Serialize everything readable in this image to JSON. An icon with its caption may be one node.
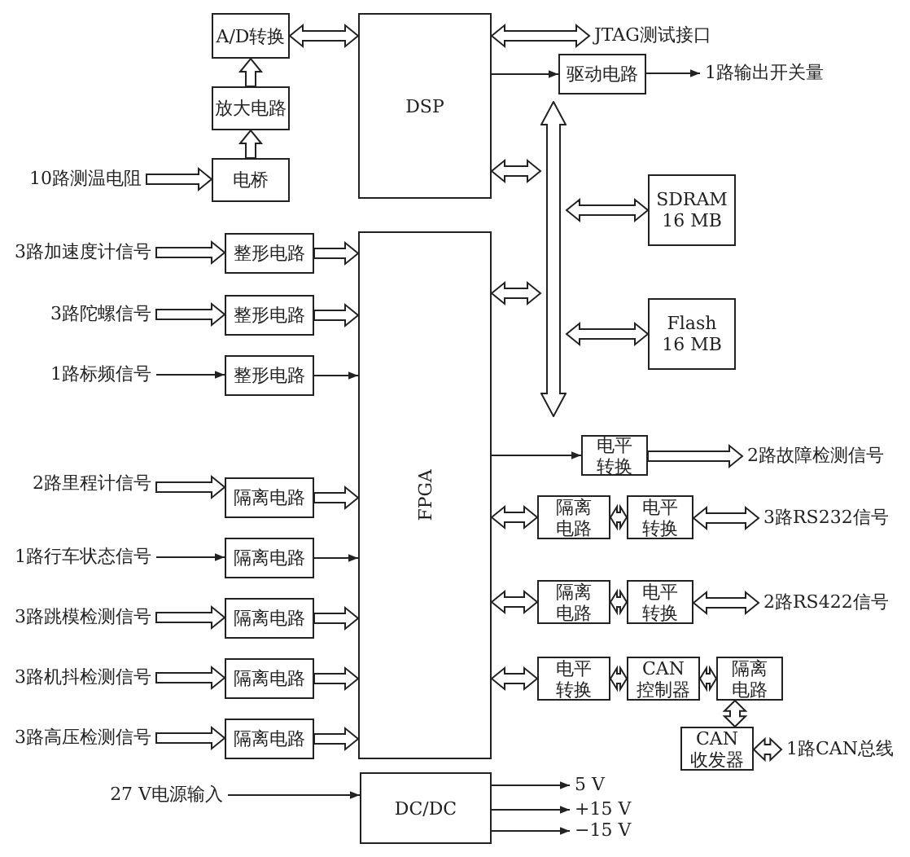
{
  "diagram": {
    "nodes": [
      {
        "text": [
          "A/D转换"
        ]
      },
      {
        "text": [
          "放大电路"
        ]
      },
      {
        "text": [
          "电桥"
        ]
      },
      {
        "text": [
          "10路测温电阻"
        ]
      },
      {
        "text": [
          "DSP"
        ]
      },
      {
        "text": [
          "JTAG测试接口"
        ]
      },
      {
        "text": [
          "驱动电路"
        ]
      },
      {
        "text": [
          "1路输出开关量"
        ]
      },
      {
        "text": [],
        "shape": "bar"
      },
      {
        "text": [
          "SDRAM 16 MB"
        ]
      },
      {
        "text": [
          "Flash 16 MB"
        ]
      },
      {
        "text": [
          "FPGA"
        ]
      },
      {
        "text": [
          "3路加速度计信号"
        ]
      },
      {
        "text": [
          "整形电路"
        ]
      },
      {
        "text": [
          "3路陀螺信号"
        ]
      },
      {
        "text": [
          "整形电路"
        ]
      },
      {
        "text": [
          "1路标频信号"
        ]
      },
      {
        "text": [
          "整形电路"
        ]
      },
      {
        "text": [
          "电平转换"
        ]
      },
      {
        "text": [
          "2路故障检测信号"
        ]
      },
      {
        "text": [
          "隔离电路"
        ]
      },
      {
        "text": [
          "电平转换"
        ]
      },
      {
        "text": [
          "3路RS232信号"
        ]
      },
      {
        "text": [
          "2路里程计信号"
        ]
      },
      {
        "text": [
          "隔离电路"
        ]
      },
      {
        "text": [
          "1路行车状态信号"
        ]
      },
      {
        "text": [
          "隔离电路"
        ]
      },
      {
        "text": [
          "隔离电路"
        ]
      },
      {
        "text": [
          "电平转换"
        ]
      },
      {
        "text": [
          "2路RS422信号"
        ]
      },
      {
        "text": [
          "3路跳模检测信号"
        ]
      },
      {
        "text": [
          "隔离电路"
        ]
      },
      {
        "text": [
          "电平转换"
        ]
      },
      {
        "text": [
          "CAN 控制器"
        ]
      },
      {
        "text": [
          "隔离电路"
        ]
      },
      {
        "text": [
          "3路机抖检测信号"
        ]
      },
      {
        "text": [
          "隔离电路"
        ]
      },
      {
        "text": [
          "CAN 收发器"
        ]
      },
      {
        "text": [
          "1路CAN总线"
        ]
      },
      {
        "text": [
          "3路高压检测信号"
        ]
      },
      {
        "text": [
          "隔离电路"
        ]
      },
      {
        "text": [
          "27 V电源输入"
        ]
      },
      {
        "text": [
          "DC/DC"
        ]
      },
      {
        "text": [
          "5 V"
        ]
      },
      {
        "text": [
          "+15 V"
        ]
      },
      {
        "text": [
          "−15 V"
        ]
      }
    ],
    "edges": [
      {
        "from": 3,
        "to": 2,
        "arrow": "to",
        "style": "thick"
      },
      {
        "from": 2,
        "to": 1,
        "arrow": "to",
        "style": "thick"
      },
      {
        "from": 1,
        "to": 0,
        "arrow": "to",
        "style": "thick"
      },
      {
        "from": 0,
        "to": 4,
        "arrow": "both",
        "style": "thick"
      },
      {
        "from": 4,
        "to": 5,
        "arrow": "both",
        "style": "thick"
      },
      {
        "from": 4,
        "to": 6,
        "arrow": "to"
      },
      {
        "from": 6,
        "to": 7,
        "arrow": "to"
      },
      {
        "from": 4,
        "to": 8,
        "arrow": "both",
        "style": "thick"
      },
      {
        "from": 11,
        "to": 8,
        "arrow": "both",
        "style": "thick"
      },
      {
        "from": 8,
        "to": 9,
        "arrow": "both",
        "style": "thick"
      },
      {
        "from": 8,
        "to": 10,
        "arrow": "both",
        "style": "thick"
      },
      {
        "from": 12,
        "to": 13,
        "arrow": "to",
        "style": "thick"
      },
      {
        "from": 13,
        "to": 11,
        "arrow": "to",
        "style": "thick"
      },
      {
        "from": 14,
        "to": 15,
        "arrow": "to",
        "style": "thick"
      },
      {
        "from": 15,
        "to": 11,
        "arrow": "to",
        "style": "thick"
      },
      {
        "from": 16,
        "to": 17,
        "arrow": "to"
      },
      {
        "from": 17,
        "to": 11,
        "arrow": "to"
      },
      {
        "from": 11,
        "to": 18,
        "arrow": "to"
      },
      {
        "from": 18,
        "to": 19,
        "arrow": "to",
        "style": "thick"
      },
      {
        "from": 11,
        "to": 20,
        "arrow": "both",
        "style": "thick"
      },
      {
        "from": 20,
        "to": 21,
        "arrow": "both",
        "style": "thick"
      },
      {
        "from": 21,
        "to": 22,
        "arrow": "both",
        "style": "thick"
      },
      {
        "from": 23,
        "to": 24,
        "arrow": "to",
        "style": "thick"
      },
      {
        "from": 24,
        "to": 11,
        "arrow": "to",
        "style": "thick"
      },
      {
        "from": 25,
        "to": 26,
        "arrow": "to"
      },
      {
        "from": 26,
        "to": 11,
        "arrow": "to"
      },
      {
        "from": 11,
        "to": 27,
        "arrow": "both",
        "style": "thick"
      },
      {
        "from": 27,
        "to": 28,
        "arrow": "both",
        "style": "thick"
      },
      {
        "from": 28,
        "to": 29,
        "arrow": "both",
        "style": "thick"
      },
      {
        "from": 30,
        "to": 31,
        "arrow": "to",
        "style": "thick"
      },
      {
        "from": 31,
        "to": 11,
        "arrow": "to",
        "style": "thick"
      },
      {
        "from": 11,
        "to": 32,
        "arrow": "both",
        "style": "thick"
      },
      {
        "from": 32,
        "to": 33,
        "arrow": "both",
        "style": "thick"
      },
      {
        "from": 33,
        "to": 34,
        "arrow": "both",
        "style": "thick"
      },
      {
        "from": 34,
        "to": 37,
        "arrow": "both",
        "style": "thick"
      },
      {
        "from": 37,
        "to": 38,
        "arrow": "both",
        "style": "thick"
      },
      {
        "from": 35,
        "to": 36,
        "arrow": "to",
        "style": "thick"
      },
      {
        "from": 36,
        "to": 11,
        "arrow": "to",
        "style": "thick"
      },
      {
        "from": 39,
        "to": 40,
        "arrow": "to",
        "style": "thick"
      },
      {
        "from": 40,
        "to": 11,
        "arrow": "to",
        "style": "thick"
      },
      {
        "from": 41,
        "to": 42,
        "arrow": "to"
      },
      {
        "from": 42,
        "to": 43,
        "arrow": "to"
      },
      {
        "from": 42,
        "to": 44,
        "arrow": "to"
      },
      {
        "from": 42,
        "to": 45,
        "arrow": "to"
      }
    ]
  }
}
